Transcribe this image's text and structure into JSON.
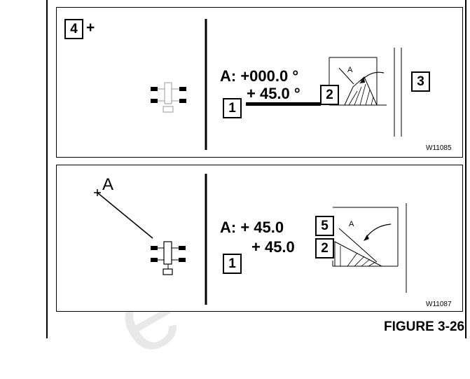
{
  "panel_top": {
    "box_4": "4",
    "plus_mark": "+",
    "angle_line": "A:  +000.0 °",
    "value_line": "+  45.0 °",
    "box_1": "1",
    "box_2": "2",
    "box_3": "3",
    "inset_label": "A",
    "code": "W11085"
  },
  "panel_bottom": {
    "point_label": "A",
    "angle_line": "A:  +  45.0",
    "value_line": "+  45.0",
    "box_5": "5",
    "box_1": "1",
    "box_2": "2",
    "inset_label": "A",
    "code": "W11087"
  },
  "figure_label": "FIGURE 3-26",
  "watermark": "e",
  "colors": {
    "ink": "#000000",
    "watermark": "#e8e8e8"
  }
}
